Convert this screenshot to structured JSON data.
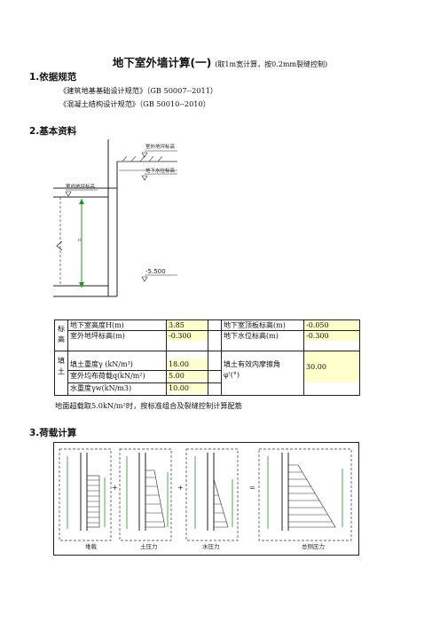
{
  "title": {
    "main": "地下室外墙计算(一)",
    "sub": "(取1m宽计算，按0.2mm裂缝控制)"
  },
  "sections": {
    "s1": "1.依据规范",
    "s2": "2.基本资料",
    "s3": "3.荷载计算"
  },
  "refs": [
    "《建筑地基基础设计规范》（GB 50007--2011）",
    "《混凝土结构设计规范》（GB 50010--2010）"
  ],
  "diagram": {
    "outdoor_floor_label": "室外地坪标高",
    "water_level_label": "地下水位标高",
    "basement_floor_label": "室内地坪标高",
    "level_value": "-5.500"
  },
  "params": {
    "group1_label": "标高",
    "group2_label": "填土",
    "rows": [
      {
        "label": "地下室高度H(m)",
        "value": "3.85",
        "label2": "地下室顶板标高(m)",
        "value2": "-0.050"
      },
      {
        "label": "室外地坪标高(m)",
        "value": "-0.300",
        "label2": "地下水位标高(m)",
        "value2": "-0.300"
      },
      {
        "label": "填土重度γ (kN/m³)",
        "value": "18.00",
        "label2": "填土有效内摩擦角",
        "value2": "30.00"
      },
      {
        "label": "室外均布荷载q(kN/m²)",
        "value": "5.00",
        "label2": "φ'(°)",
        "value2": ""
      },
      {
        "label": "水重度γw(kN/m3)",
        "value": "10.00",
        "label2": "",
        "value2": ""
      }
    ]
  },
  "note": "地面超载取5.0kN/m²时，按标准组合及裂缝控制计算配筋",
  "loads": {
    "panels": [
      "堆载",
      "土压力",
      "水压力",
      "总侧压力"
    ],
    "operators": [
      "+",
      "+",
      "="
    ]
  }
}
